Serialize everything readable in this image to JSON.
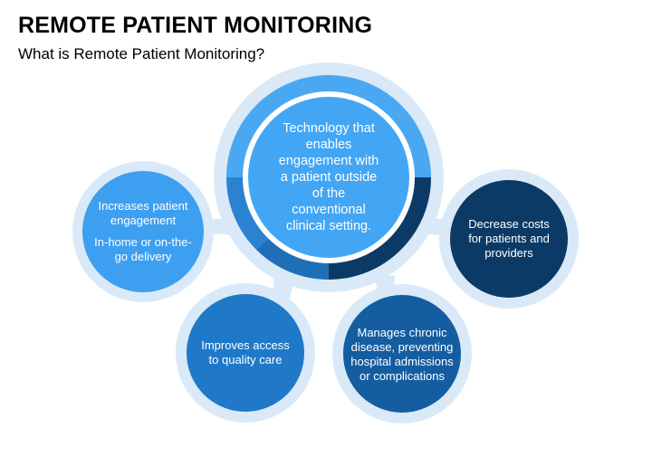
{
  "header": {
    "title": "REMOTE PATIENT MONITORING",
    "subtitle": "What is Remote Patient Monitoring?"
  },
  "center": {
    "text": "Technology that enables engagement with a patient outside of the conventional clinical setting.",
    "color": "#42a6f5"
  },
  "nodes": [
    {
      "id": "engagement",
      "lines": [
        "Increases patient engagement",
        "In-home or on-the-go delivery"
      ],
      "color": "#3d9ff0"
    },
    {
      "id": "access",
      "lines": [
        "Improves access to quality care"
      ],
      "color": "#1f79c8"
    },
    {
      "id": "chronic",
      "lines": [
        "Manages chronic disease, preventing hospital admissions or complications"
      ],
      "color": "#155da1"
    },
    {
      "id": "costs",
      "lines": [
        "Decrease costs for patients and providers"
      ],
      "color": "#0c3a66"
    }
  ],
  "colors": {
    "halo": "#d9e9f7",
    "ring_light": "#4aa8f2",
    "ring_mid": "#2a82d0",
    "ring_dark": "#0c3a66"
  }
}
